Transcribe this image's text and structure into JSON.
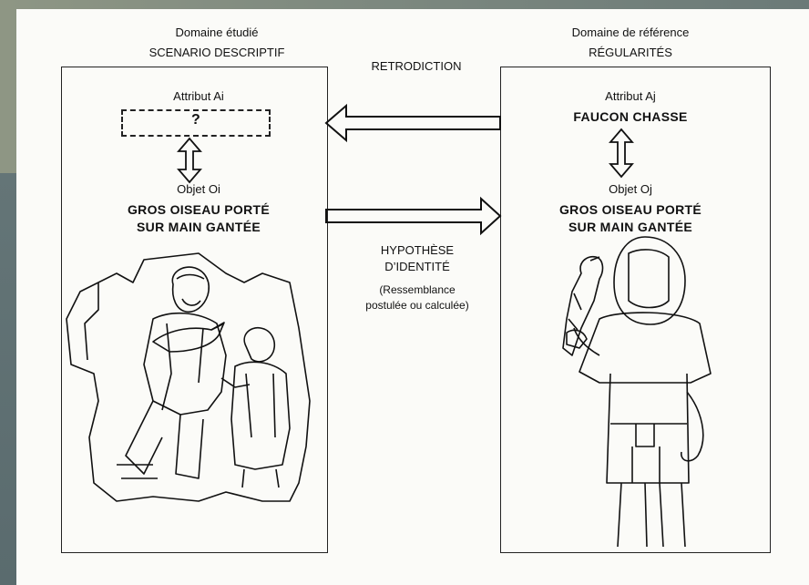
{
  "left": {
    "domain_label": "Domaine étudié",
    "domain_title": "SCENARIO DESCRIPTIF",
    "attribute_label": "Attribut Ai",
    "attribute_value": "?",
    "object_label": "Objet Oi",
    "object_desc_line1": "GROS OISEAU PORTÉ",
    "object_desc_line2": "SUR MAIN GANTÉE"
  },
  "right": {
    "domain_label": "Domaine de référence",
    "domain_title": "RÉGULARITÉS",
    "attribute_label": "Attribut Aj",
    "attribute_value": "FAUCON CHASSE",
    "object_label": "Objet Oj",
    "object_desc_line1": "GROS OISEAU PORTÉ",
    "object_desc_line2": "SUR MAIN GANTÉE"
  },
  "center": {
    "retrodiction_label": "RETRODICTION",
    "hypothesis_line1": "HYPOTHÈSE",
    "hypothesis_line2": "D’IDENTITÉ",
    "note_line1": "(Ressemblance",
    "note_line2": "postulée ou calculée)"
  },
  "colors": {
    "background": "#5f6f71",
    "paper": "#fbfbf8",
    "ink": "#111111"
  }
}
